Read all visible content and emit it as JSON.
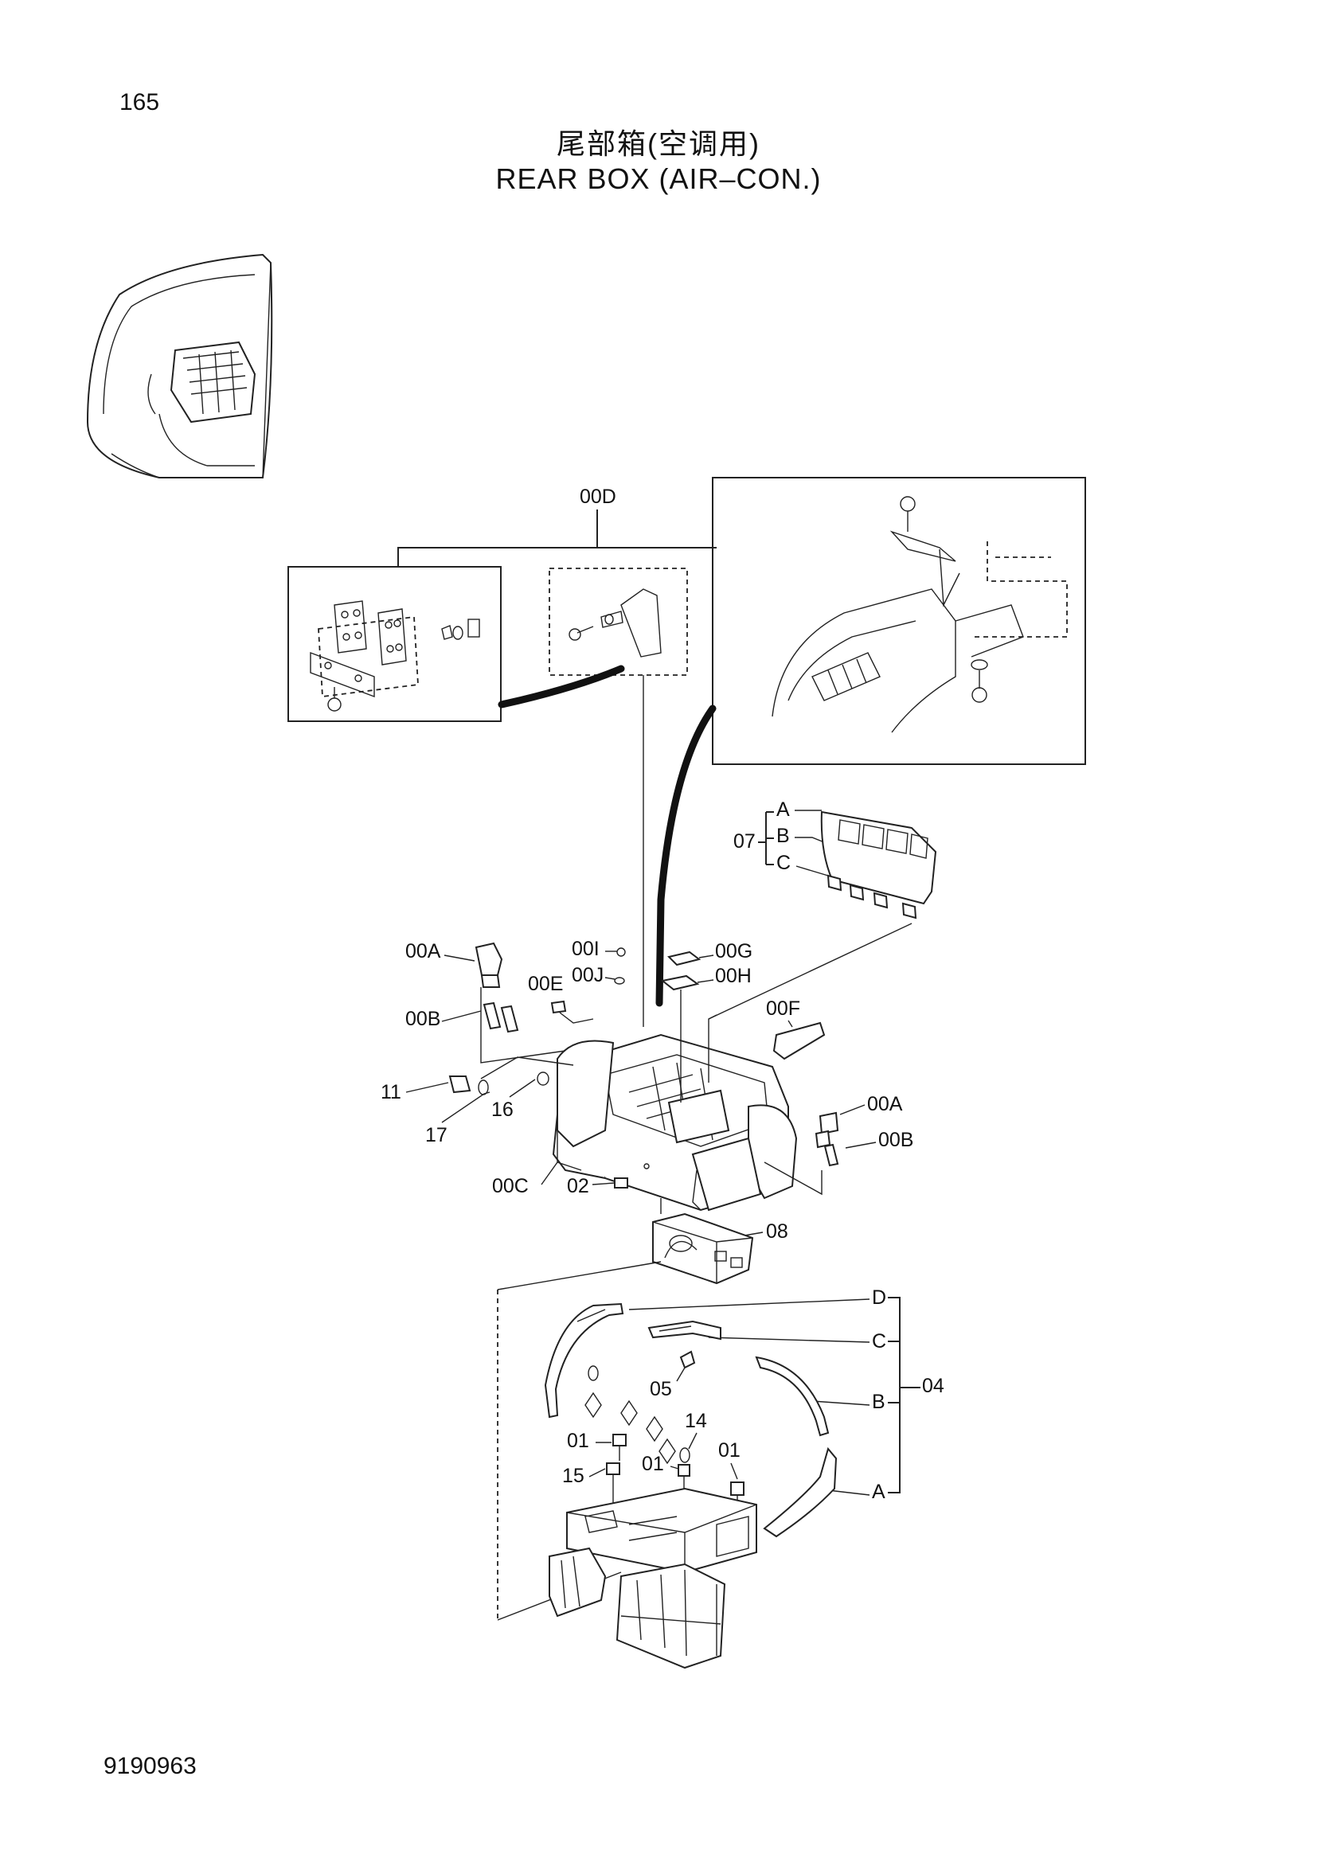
{
  "page_number": "165",
  "title_zh": "尾部箱(空调用)",
  "title_en": "REAR BOX (AIR–CON.)",
  "doc_number": "9190963",
  "labels": {
    "00D": "00D",
    "07": "07",
    "A": "A",
    "B": "B",
    "C": "C",
    "D": "D",
    "00A": "00A",
    "00B": "00B",
    "00E": "00E",
    "00I": "00I",
    "00J": "00J",
    "00G": "00G",
    "00H": "00H",
    "00F": "00F",
    "11": "11",
    "17": "17",
    "16": "16",
    "00C": "00C",
    "02": "02",
    "08": "08",
    "04": "04",
    "05": "05",
    "14": "14",
    "01": "01",
    "15": "15"
  }
}
